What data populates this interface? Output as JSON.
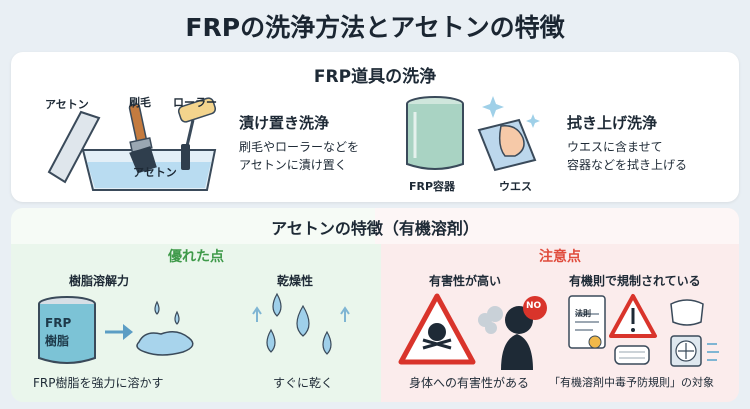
{
  "title": "FRPの洗浄方法とアセトンの特徴",
  "tools": {
    "heading": "FRP道具の洗浄",
    "soak": {
      "label_acetone_top": "アセトン",
      "label_brush": "刷毛",
      "label_roller": "ローラー",
      "label_acetone_in_tray": "アセトン",
      "title": "漬け置き洗浄",
      "line1": "刷毛やローラーなどを",
      "line2": "アセトンに漬け置く"
    },
    "wipe": {
      "label_container": "FRP容器",
      "label_cloth": "ウエス",
      "title": "拭き上げ洗浄",
      "line1": "ウエスに含ませて",
      "line2": "容器などを拭き上げる"
    }
  },
  "features": {
    "heading": "アセトンの特徴（有機溶剤）",
    "merits": {
      "heading": "優れた点",
      "solvency": {
        "title": "樹脂溶解力",
        "can_label1": "FRP",
        "can_label2": "樹脂",
        "caption": "FRP樹脂を強力に溶かす"
      },
      "drying": {
        "title": "乾燥性",
        "caption": "すぐに乾く"
      }
    },
    "cautions": {
      "heading": "注意点",
      "toxicity": {
        "title": "有害性が高い",
        "no_label": "NO",
        "caption": "身体への有害性がある"
      },
      "regulation": {
        "title": "有機則で規制されている",
        "doc_label": "法則",
        "caption": "「有機溶剤中毒予防規則」の対象"
      }
    }
  },
  "colors": {
    "merit_green": "#3f9a4a",
    "caution_red": "#e04b3c",
    "warning_red": "#d9342b"
  }
}
